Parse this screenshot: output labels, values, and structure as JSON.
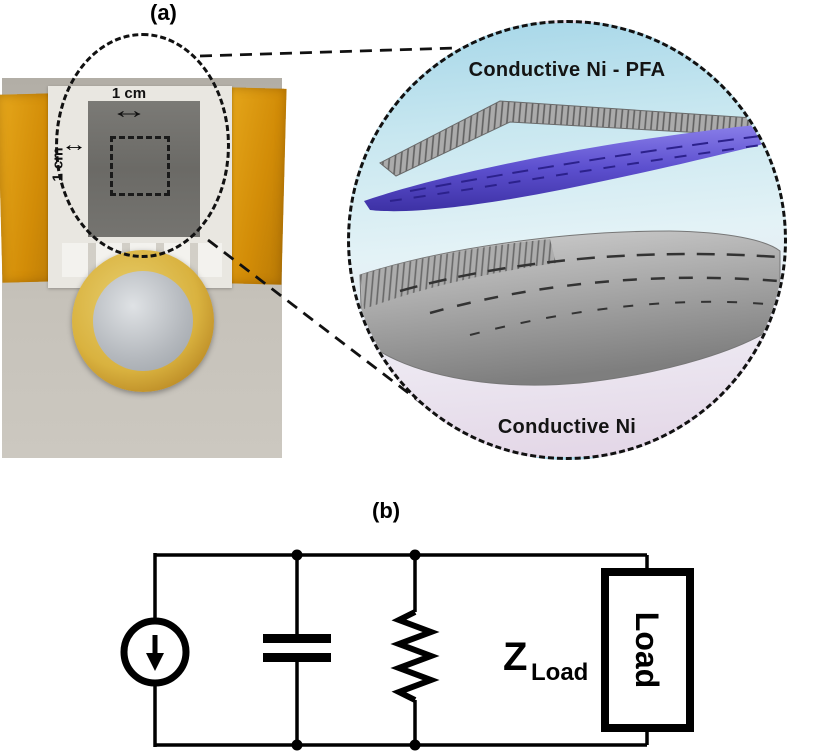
{
  "figure": {
    "panel_a_label": "(a)",
    "panel_b_label": "(b)"
  },
  "photo": {
    "scale_top": "1 cm",
    "scale_left": "1 cm"
  },
  "inset": {
    "label_top": "Conductive Ni - PFA",
    "label_bottom": "Conductive Ni"
  },
  "circuit": {
    "impedance_main": "Z",
    "impedance_sub": "Load",
    "load_label": "Load"
  },
  "icons": {
    "double_arrow_h": "↔"
  },
  "colors": {
    "tape_orange": "#d28c07",
    "film_gray": "#72716d",
    "pfa_purple": "#4b3fb0",
    "inset_sky_blue": "#a5d6e8",
    "inset_lavender": "#e2d4e5",
    "coin_gold": "#c1922a",
    "coin_silver": "#b4b8bd"
  }
}
